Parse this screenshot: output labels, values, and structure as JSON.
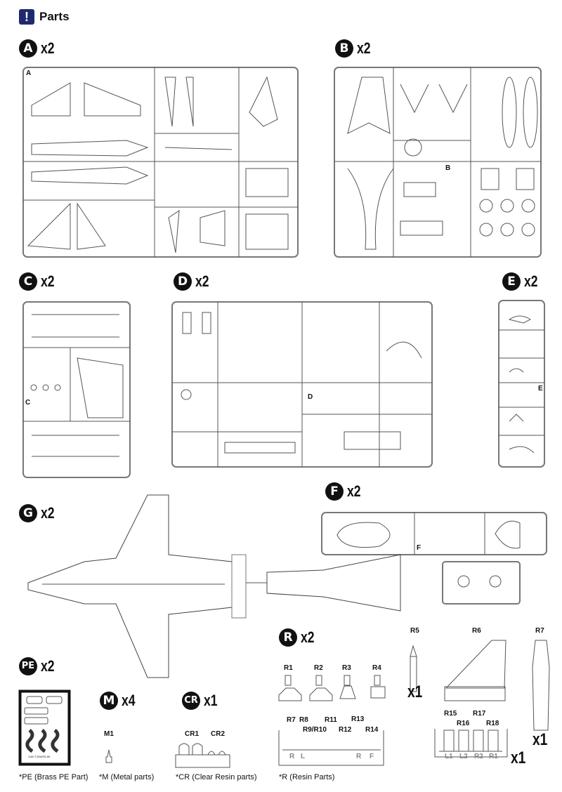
{
  "header": {
    "icon": "!",
    "title": "Parts"
  },
  "sprues": [
    {
      "letter": "A",
      "qty": "x2",
      "tag": "A"
    },
    {
      "letter": "B",
      "qty": "x2",
      "tag": "B"
    },
    {
      "letter": "C",
      "qty": "x2",
      "tag": "C"
    },
    {
      "letter": "D",
      "qty": "x2",
      "tag": "D"
    },
    {
      "letter": "E",
      "qty": "x2",
      "tag": "E"
    },
    {
      "letter": "F",
      "qty": "x2",
      "tag": "F"
    },
    {
      "letter": "G",
      "qty": "x2"
    }
  ],
  "pe": {
    "letter": "PE",
    "qty": "x2",
    "sheet_text": "1/48 T-50A/FA-50",
    "caption": "*PE (Brass PE Part)"
  },
  "metal": {
    "letter": "M",
    "qty": "x4",
    "part": "M1",
    "caption": "*M (Metal parts)"
  },
  "clear": {
    "letter": "CR",
    "qty": "x1",
    "parts": [
      "CR1",
      "CR2"
    ],
    "caption": "*CR (Clear Resin parts)"
  },
  "resin": {
    "letter": "R",
    "qty": "x2",
    "caption": "*R (Resin Parts)",
    "top_parts": [
      "R1",
      "R2",
      "R3",
      "R4"
    ],
    "tray1_labels": [
      "R7",
      "R8",
      "R9/R10",
      "R11",
      "R12",
      "R13",
      "R14"
    ],
    "tray1_marks": [
      "R",
      "L",
      "R",
      "F"
    ],
    "r5": "R5",
    "r5_qty": "x1",
    "r6": "R6",
    "r7": "R7",
    "r7_qty": "x1",
    "tray2_labels": [
      "R15",
      "R16",
      "R17",
      "R18"
    ],
    "tray2_marks": [
      "L1",
      "L2",
      "R2",
      "R1"
    ],
    "tray2_qty": "x1"
  }
}
